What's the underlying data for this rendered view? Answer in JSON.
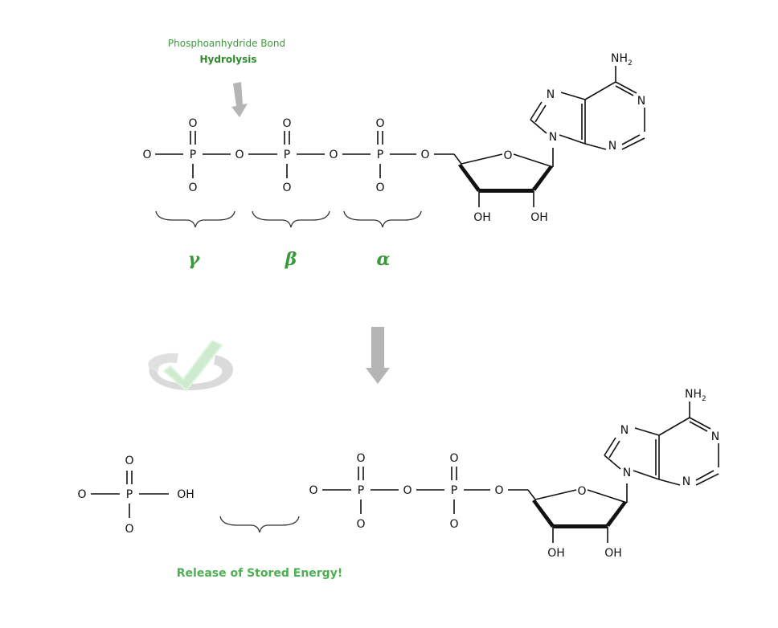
{
  "annotation": {
    "line1": "Phosphoanhydride Bond",
    "line2": "Hydrolysis"
  },
  "labels": {
    "gamma": "γ",
    "beta": "β",
    "alpha": "α",
    "release": "Release of Stored Energy!"
  },
  "atoms": {
    "O": "O",
    "P": "P",
    "N": "N",
    "OH": "OH",
    "NH": "NH",
    "two": "2"
  },
  "colors": {
    "green": "#3a9a3a",
    "arrow": "#b5b5b5",
    "bond": "#111111"
  }
}
